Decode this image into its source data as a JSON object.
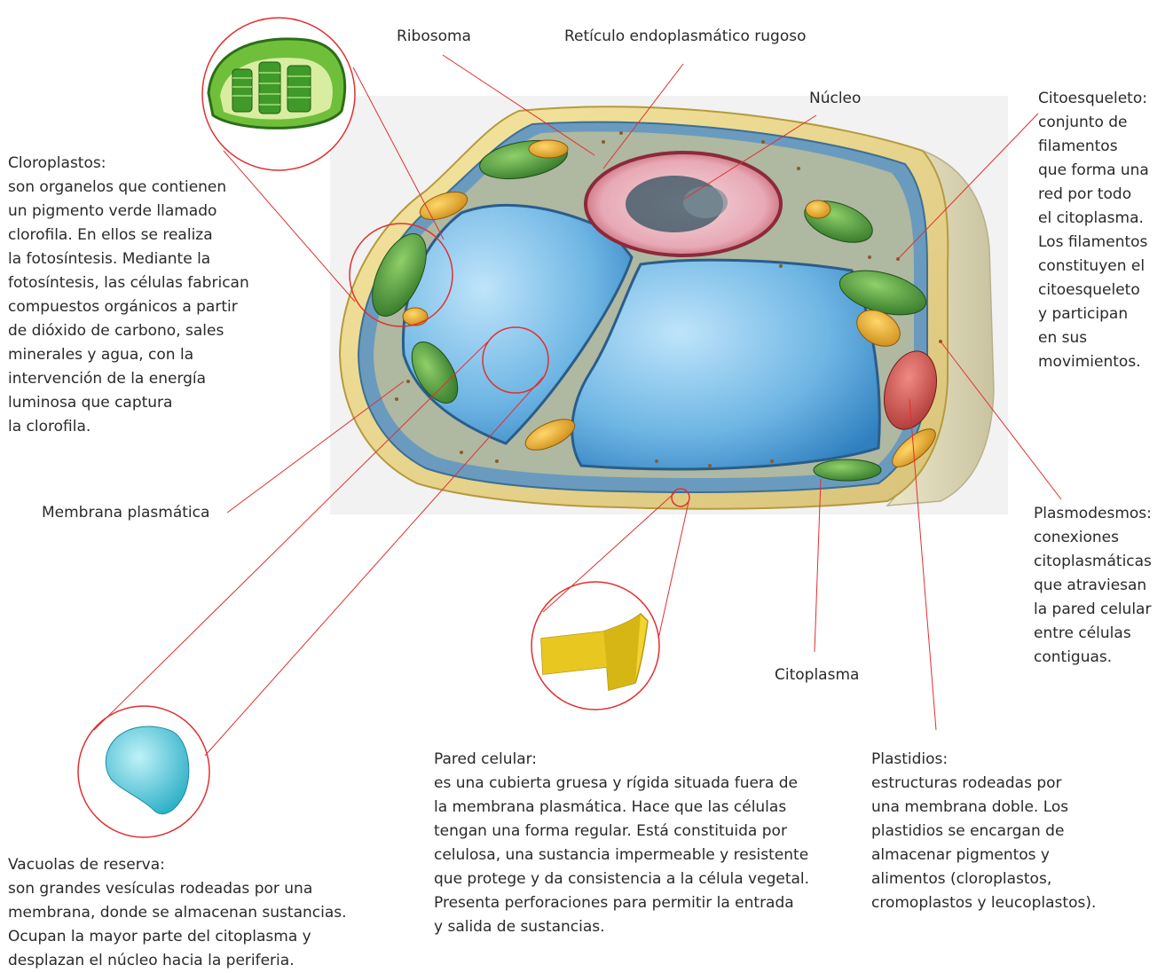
{
  "labels": {
    "ribosoma": "Ribosoma",
    "reticulo": "Retículo endoplasmático rugoso",
    "nucleo": "Núcleo",
    "membrana": "Membrana plasmática",
    "citoplasma": "Citoplasma"
  },
  "cloroplastos": {
    "title": "Cloroplastos:",
    "text": "son organelos que contienen\nun pigmento verde llamado\nclorofila. En ellos se realiza\nla fotosíntesis. Mediante la\nfotosíntesis, las células fabrican\ncompuestos orgánicos a partir\nde dióxido de carbono, sales\nminerales y agua, con la\nintervención de la energía\nluminosa que captura\nla clorofila."
  },
  "citoesqueleto": {
    "title": "Citoesqueleto:",
    "text": "conjunto de\nfilamentos\nque forma una\nred por todo\nel citoplasma.\nLos filamentos\nconstituyen el\ncitoesqueleto\ny participan\nen sus\nmovimientos."
  },
  "plasmodesmos": {
    "title": "Plasmodesmos:",
    "text": "conexiones\ncitoplasmáticas\nque atraviesan\nla pared celular\nentre células\ncontiguas."
  },
  "pared": {
    "title": "Pared celular:",
    "text": "es una cubierta gruesa y rígida situada fuera de\nla membrana plasmática. Hace que las células\ntengan una forma regular. Está constituida por\ncelulosa, una sustancia impermeable y resistente\nque protege y da consistencia a la célula vegetal.\nPresenta perforaciones para permitir la entrada\ny salida de sustancias."
  },
  "plastidios": {
    "title": "Plastidios:",
    "text": "estructuras rodeadas por\nuna membrana doble. Los\nplastidios se encargan de\nalmacenar pigmentos y\nalimentos (cloroplastos,\ncromoplastos y leucoplastos)."
  },
  "vacuolas": {
    "title": "Vacuolas de reserva:",
    "text": "son grandes vesículas rodeadas por una\nmembrana, donde se almacenan sustancias.\nOcupan la mayor parte del citoplasma y\ndesplazan el núcleo hacia la periferia."
  },
  "colors": {
    "leader_line": "#e03030",
    "cell_wall": "#f0d77a",
    "vacuole": "#5aa8dc",
    "chloroplast": "#3f8f2f",
    "nucleus": "#c84a5a",
    "mitochondria": "#e0a020"
  }
}
